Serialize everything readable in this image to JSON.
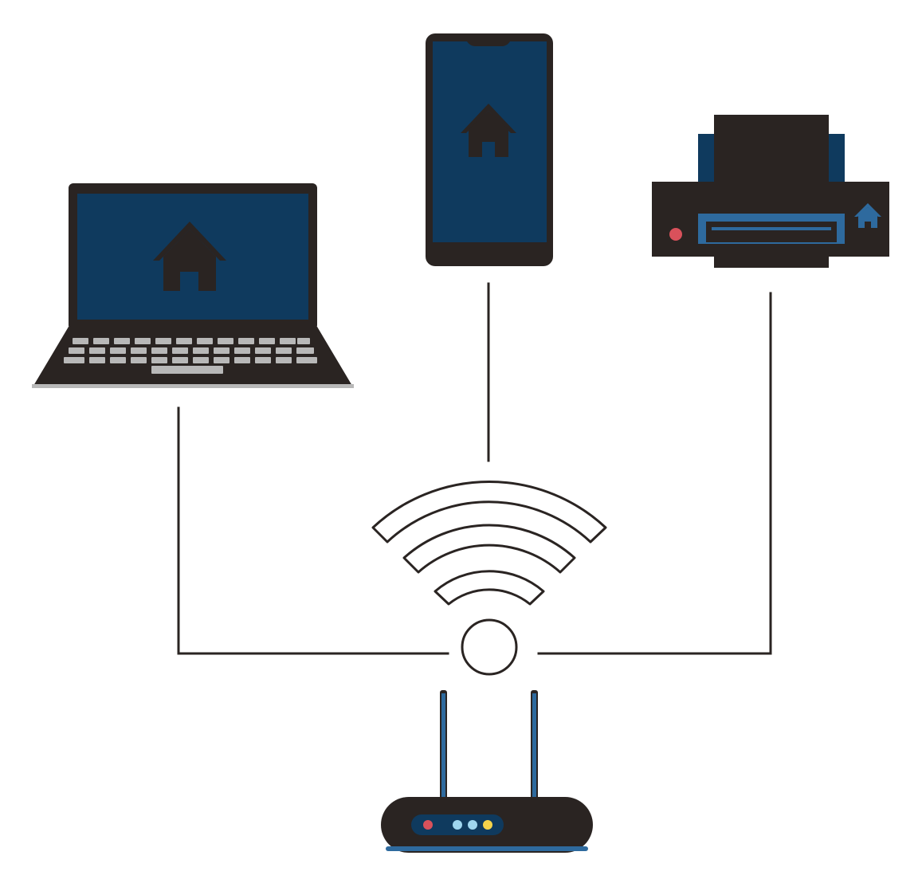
{
  "diagram": {
    "nodes": [
      {
        "id": "laptop",
        "icon": "laptop-icon",
        "screen_icon": "home-icon"
      },
      {
        "id": "phone",
        "icon": "smartphone-icon",
        "screen_icon": "home-icon"
      },
      {
        "id": "printer",
        "icon": "printer-icon",
        "screen_icon": "home-icon"
      },
      {
        "id": "wifi",
        "icon": "wifi-icon"
      },
      {
        "id": "router",
        "icon": "router-icon"
      }
    ],
    "connections": [
      {
        "from": "laptop",
        "to": "wifi"
      },
      {
        "from": "phone",
        "to": "wifi"
      },
      {
        "from": "printer",
        "to": "wifi"
      },
      {
        "from": "wifi",
        "to": "router"
      }
    ],
    "colors": {
      "device_body": "#2a2422",
      "screen": "#0f3a5e",
      "accent_blue": "#2e6a9e",
      "key": "#b8b8b8",
      "line": "#2a2422",
      "led_red": "#d9515b",
      "led_blue": "#9fd6ef",
      "led_yellow": "#f5d34a"
    }
  }
}
